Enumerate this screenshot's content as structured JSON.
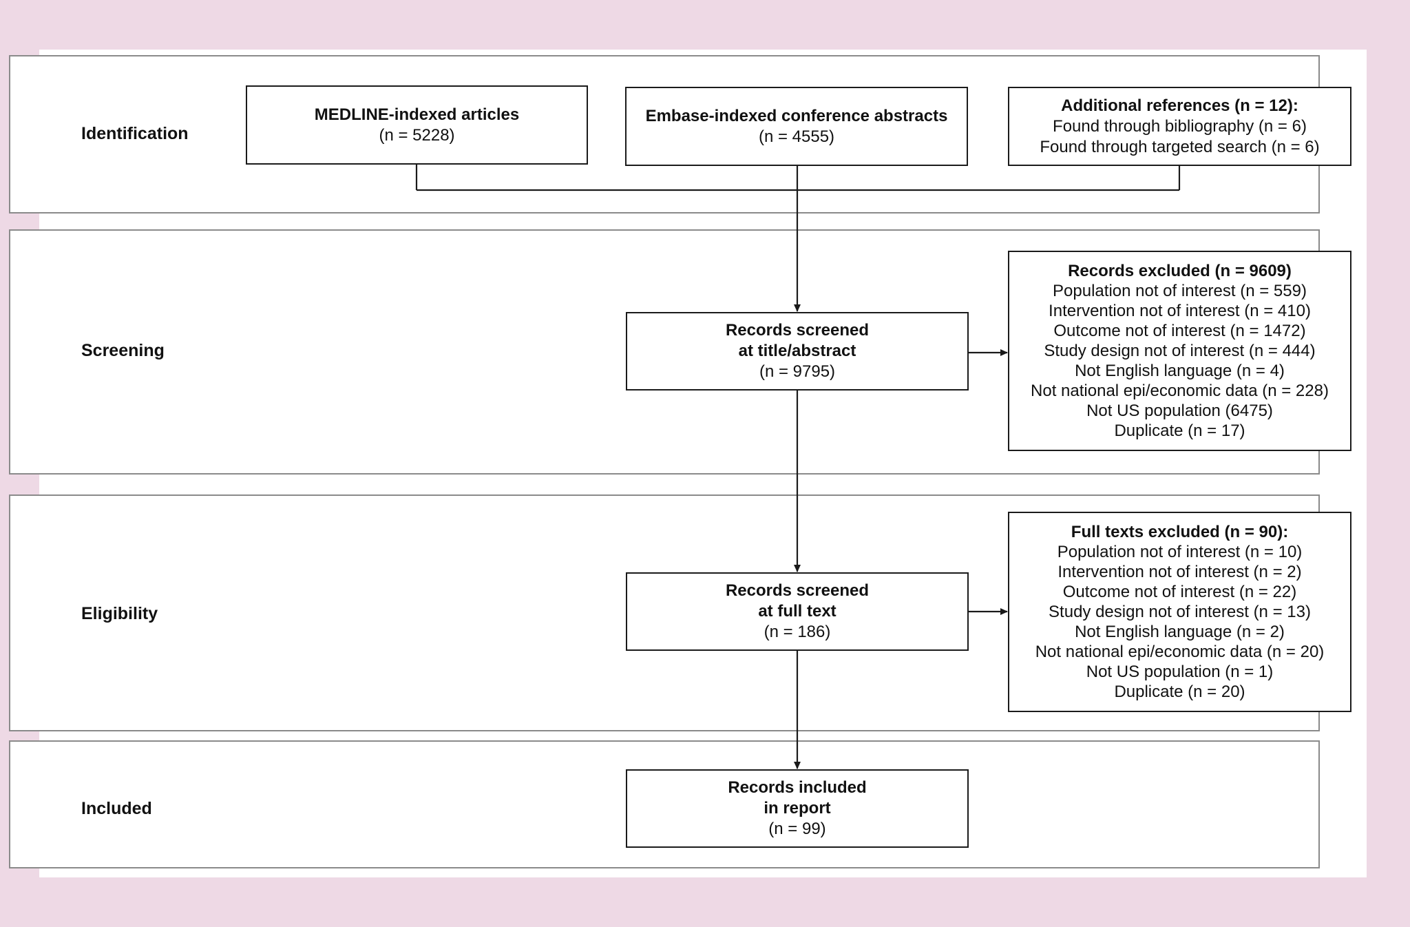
{
  "stages": {
    "identification": "Identification",
    "screening": "Screening",
    "eligibility": "Eligibility",
    "included": "Included"
  },
  "sources": {
    "medline": {
      "title": "MEDLINE-indexed articles",
      "count": "(n = 5228)"
    },
    "embase": {
      "title": "Embase-indexed conference abstracts",
      "count": "(n = 4555)"
    },
    "additional": {
      "title": "Additional references (n = 12):",
      "lines": [
        "Found through bibliography (n = 6)",
        "Found through targeted search (n = 6)"
      ]
    }
  },
  "screening": {
    "box": {
      "line1": "Records screened",
      "line2": "at title/abstract",
      "count": "(n = 9795)"
    },
    "excluded": {
      "title": "Records excluded (n = 9609)",
      "lines": [
        "Population not of interest (n = 559)",
        "Intervention not of interest (n = 410)",
        "Outcome not of interest (n = 1472)",
        "Study design not of interest (n = 444)",
        "Not English language (n = 4)",
        "Not national epi/economic data (n = 228)",
        "Not US population (6475)",
        "Duplicate (n = 17)"
      ]
    }
  },
  "eligibility": {
    "box": {
      "line1": "Records screened",
      "line2": "at full text",
      "count": "(n = 186)"
    },
    "excluded": {
      "title": "Full texts excluded (n = 90):",
      "lines": [
        "Population not of interest (n = 10)",
        "Intervention not of interest (n = 2)",
        "Outcome not of interest (n = 22)",
        "Study design not of interest (n = 13)",
        "Not English language (n = 2)",
        "Not national epi/economic data (n = 20)",
        "Not US population (n = 1)",
        "Duplicate (n = 20)"
      ]
    }
  },
  "included": {
    "box": {
      "line1": "Records included",
      "line2": "in report",
      "count": "(n = 99)"
    }
  }
}
